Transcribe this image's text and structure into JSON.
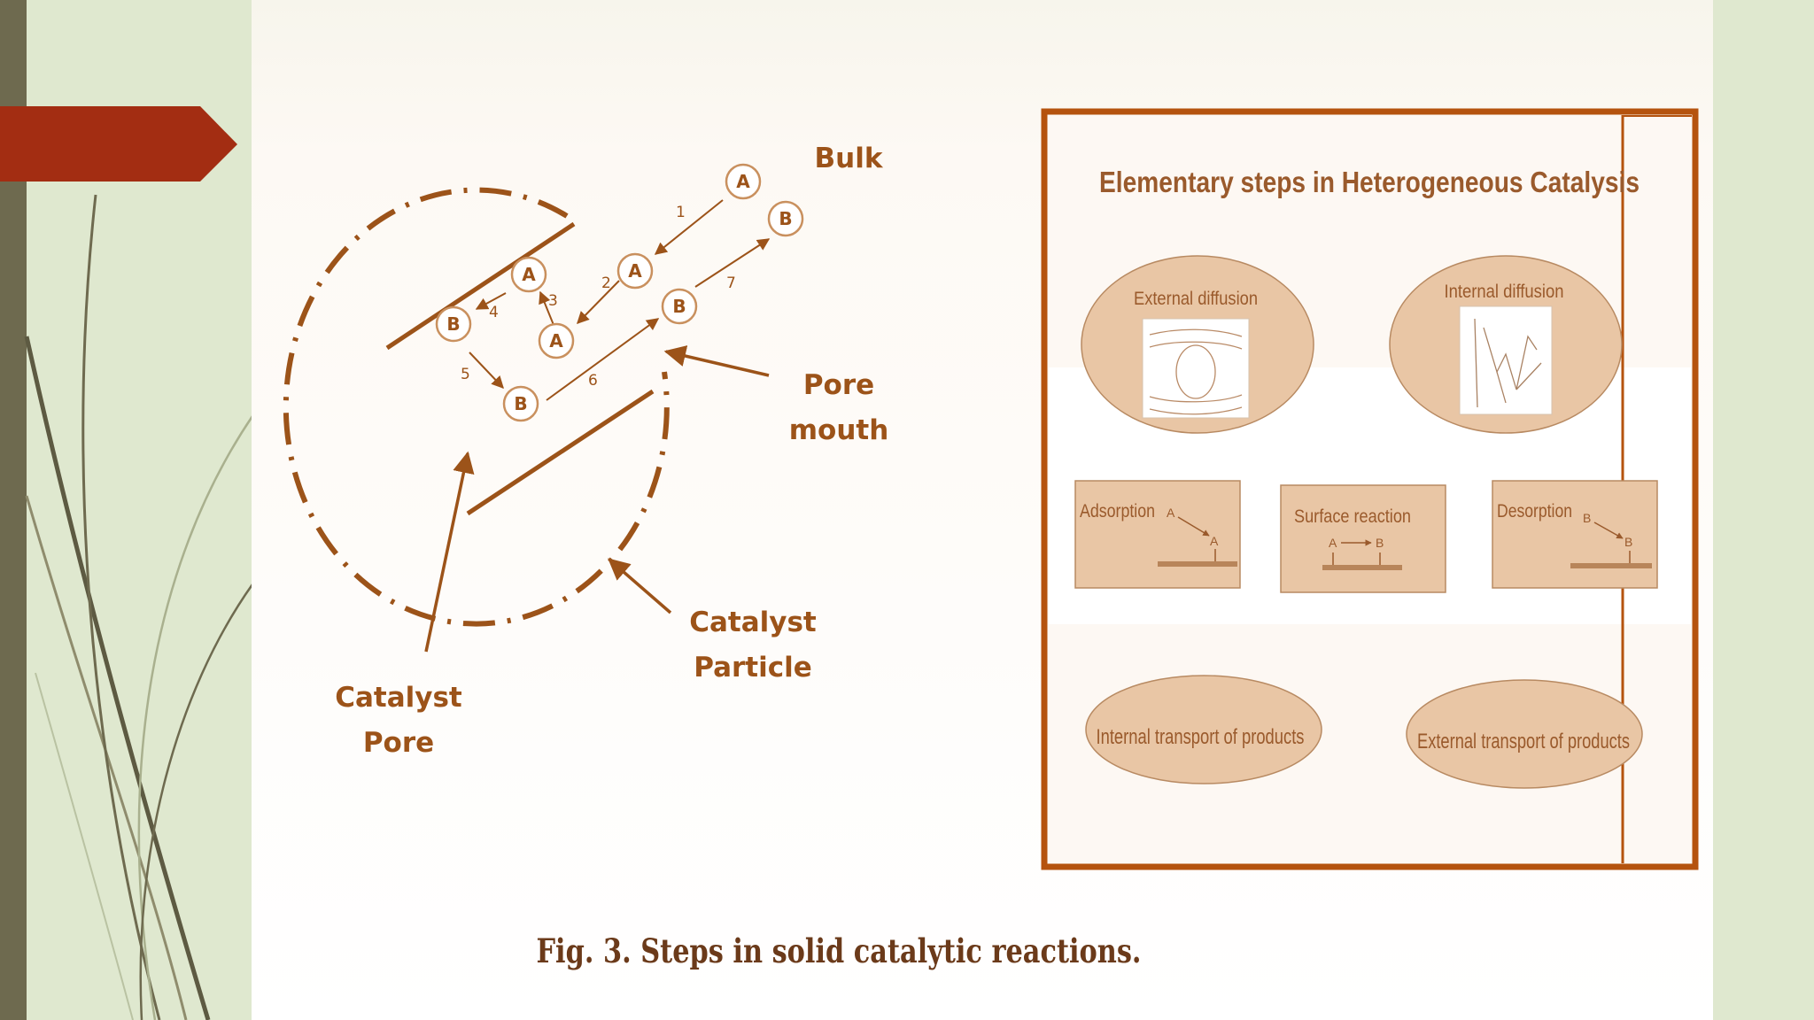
{
  "diagram": {
    "labels": {
      "bulk": "Bulk",
      "pore_mouth_1": "Pore",
      "pore_mouth_2": "mouth",
      "catalyst_particle_1": "Catalyst",
      "catalyst_particle_2": "Particle",
      "catalyst_pore_1": "Catalyst",
      "catalyst_pore_2": "Pore"
    },
    "species": [
      "A",
      "B",
      "A",
      "A",
      "A",
      "B",
      "B",
      "B",
      "B"
    ],
    "step_numbers": [
      "1",
      "2",
      "3",
      "4",
      "5",
      "6",
      "7"
    ]
  },
  "panel": {
    "title": "Elementary steps in Heterogeneous Catalysis",
    "external_diffusion": "External diffusion",
    "internal_diffusion": "Internal diffusion",
    "adsorption": "Adsorption",
    "surface_reaction": "Surface reaction",
    "desorption": "Desorption",
    "internal_transport": "Internal transport of products",
    "external_transport": "External transport of products",
    "mini_a": "A",
    "mini_b": "B"
  },
  "caption": "Fig. 3.  Steps in solid catalytic reactions.",
  "colors": {
    "accent_red": "#a32d12",
    "diagram_brown": "#9c5319",
    "frame_brown": "#b5530e",
    "panel_fill": "#e9c6a5",
    "background_green": "#dfe8cf",
    "sidebar_dark": "#6e6a4f"
  }
}
